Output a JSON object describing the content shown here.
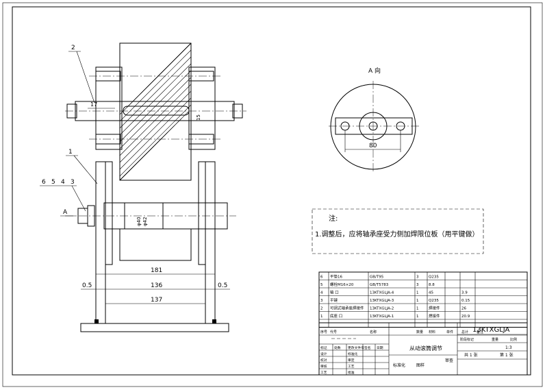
{
  "view_label": "A 向",
  "balloons": [
    "2",
    "1",
    "6",
    "5",
    "4",
    "3"
  ],
  "view_arrow_letter": "A",
  "dim_labels": {
    "d17": "17",
    "d15": "15",
    "d181": "181",
    "d136": "136",
    "d137": "137",
    "d05_left": "0.5",
    "d05_right": "0.5",
    "d80": "80",
    "dia1": "φ40",
    "dia2": "φ42"
  },
  "note": {
    "title": "注:",
    "text": "1.调整后，应将轴承座受力侧加焊限位板（用平键做）"
  },
  "bom": {
    "rows": [
      {
        "no": "6",
        "name": "平垫16",
        "code": "GB/T95",
        "qty": "3",
        "mat": "Q235",
        "w1": "",
        "w2": ""
      },
      {
        "no": "5",
        "name": "螺栓M16×20",
        "code": "GB/T5783",
        "qty": "3",
        "mat": "8.8",
        "w1": "",
        "w2": ""
      },
      {
        "no": "4",
        "name": "轴 口",
        "code": "13KTXGLJA-4",
        "qty": "1",
        "mat": "45",
        "w1": "",
        "w2": "3.9"
      },
      {
        "no": "3",
        "name": "平键",
        "code": "13KTXGLJA-3",
        "qty": "1",
        "mat": "Q235",
        "w1": "",
        "w2": "0.15"
      },
      {
        "no": "2",
        "name": "可调式轴承座焊接件",
        "code": "13KTXGLJA-2",
        "qty": "1",
        "mat": "焊接件",
        "w1": "",
        "w2": "26"
      },
      {
        "no": "1",
        "name": "底座 口",
        "code": "13KTXGLJA-1",
        "qty": "1",
        "mat": "焊接件",
        "w1": "",
        "w2": "20.9"
      }
    ],
    "header": [
      "序号",
      "代号",
      "名称",
      "数量",
      "材料",
      "单件",
      "总计",
      "备注"
    ]
  },
  "title_block": {
    "drawing_no": "13KTXGLJA",
    "drawing_title": "从动滚筒调节",
    "sig_rows": [
      [
        "标记",
        "处数",
        "更改文件号",
        "签名",
        "日期"
      ],
      [
        "设计",
        "",
        "标准化",
        "",
        ""
      ],
      [
        "校对",
        "",
        "审定",
        "",
        ""
      ],
      [
        "审核",
        "",
        "工艺",
        "",
        ""
      ],
      [
        "工艺",
        "",
        "批准",
        "",
        ""
      ]
    ],
    "stage_header": [
      "阶段标记",
      "重量",
      "比例"
    ],
    "scale": "1:3",
    "sheet_a": "共 1 张",
    "sheet_b": "第 1 张",
    "bottom_labels": [
      "标准化",
      "图样",
      "审查"
    ]
  }
}
